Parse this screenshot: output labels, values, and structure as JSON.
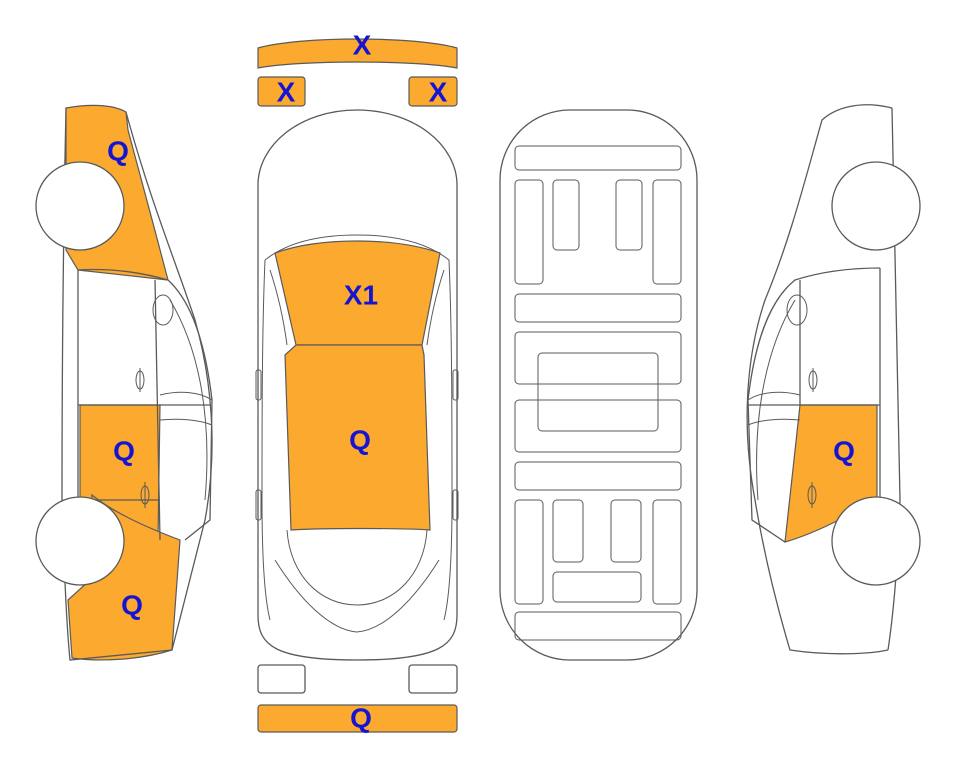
{
  "colors": {
    "highlight": "#FBA92F",
    "label": "#1414D2",
    "outline": "#5A5A5A"
  },
  "panels": {
    "front_bumper": {
      "code": "X"
    },
    "headlight_left": {
      "code": "X"
    },
    "headlight_right": {
      "code": "X"
    },
    "hood": {
      "code": "X1"
    },
    "roof": {
      "code": "Q"
    },
    "rear_bumper": {
      "code": "Q"
    },
    "left_front_fender": {
      "code": "Q"
    },
    "left_rear_door": {
      "code": "Q"
    },
    "left_rear_quarter": {
      "code": "Q"
    },
    "right_rear_door": {
      "code": "Q"
    }
  }
}
